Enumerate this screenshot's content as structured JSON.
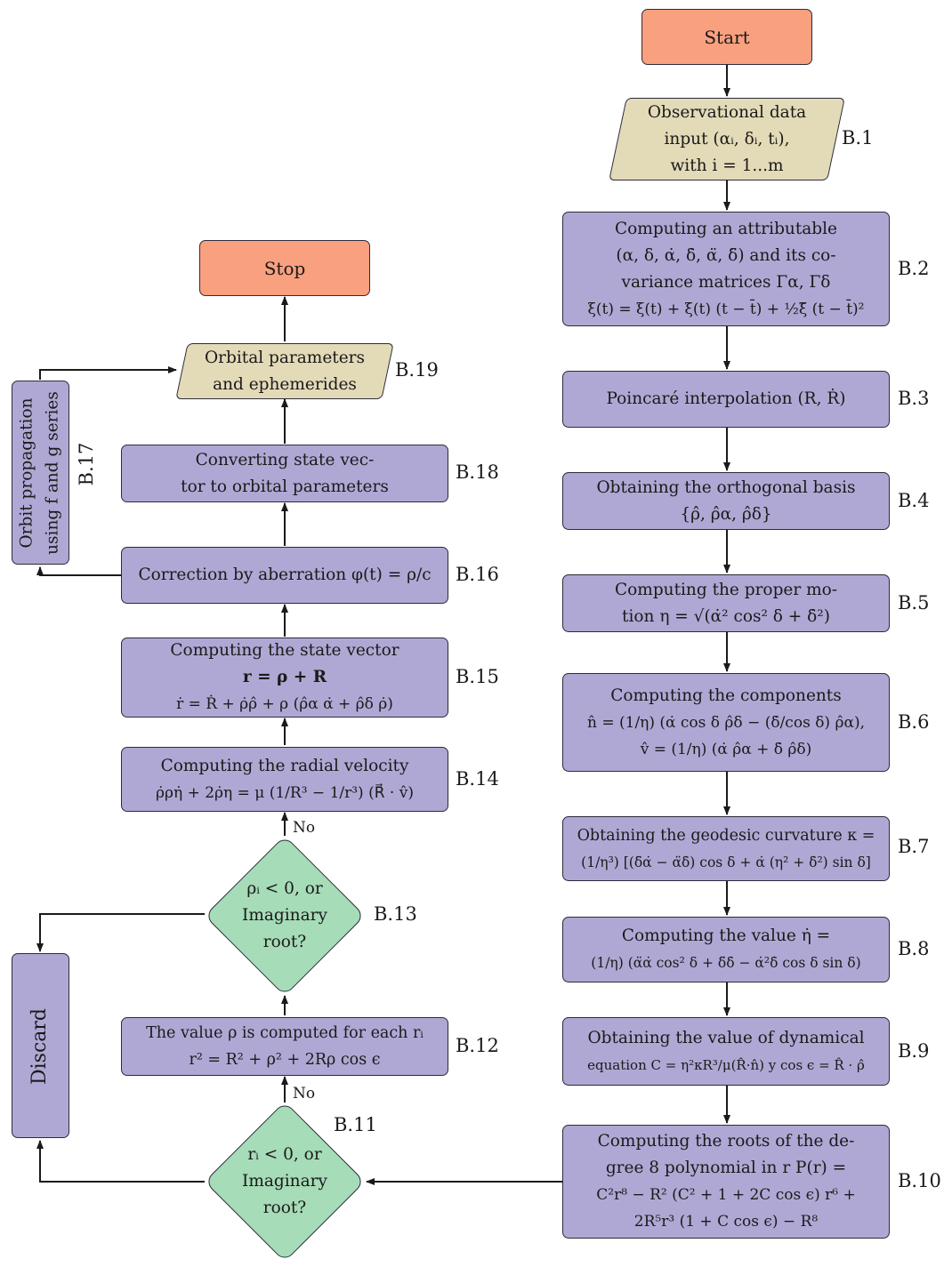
{
  "nodes": {
    "start": {
      "lines": [
        "Start"
      ]
    },
    "b1": {
      "lines": [
        "Observational data",
        "input (αᵢ, δᵢ, tᵢ),",
        "with i = 1...m"
      ],
      "label": "B.1"
    },
    "b2": {
      "lines": [
        "Computing an attributable",
        "(α, δ, α̇, δ̇, α̈, δ̈) and its co-",
        "variance matrices Γα, Γδ",
        "ξ(t) = ξ(t) + ξ̇(t) (t − t̄) + ½ξ̈ (t − t̄)²"
      ],
      "label": "B.2"
    },
    "b3": {
      "lines": [
        "Poincaré interpolation (R, Ṙ)"
      ],
      "label": "B.3"
    },
    "b4": {
      "lines": [
        "Obtaining the orthogonal basis",
        "{ρ̂, ρ̂α, ρ̂δ}"
      ],
      "label": "B.4"
    },
    "b5": {
      "lines": [
        "Computing the proper mo-",
        "tion η = √(α̇² cos² δ + δ̇²)"
      ],
      "label": "B.5"
    },
    "b6": {
      "lines": [
        "Computing the components",
        "n̂ = (1/η) (α̇ cos δ ρ̂δ − (δ̇/cos δ) ρ̂α),",
        "v̂ = (1/η) (α̇ ρ̂α + δ̇ ρ̂δ)"
      ],
      "label": "B.6"
    },
    "b7": {
      "lines": [
        "Obtaining the geodesic curvature κ =",
        "(1/η³) [(δ̈α̇ − α̈δ̇) cos δ + α̇ (η² + δ̇²) sin δ]"
      ],
      "label": "B.7"
    },
    "b8": {
      "lines": [
        "Computing the value η̇ =",
        "(1/η) (α̈α̇ cos² δ + δ̈δ̇ − α̇²δ̇ cos δ sin δ)"
      ],
      "label": "B.8"
    },
    "b9": {
      "lines": [
        "Obtaining the value of dynamical",
        "equation C = η²κR³/μ(R̂·n̂) y cos ϵ = R̂ · ρ̂"
      ],
      "label": "B.9"
    },
    "b10": {
      "lines": [
        "Computing the roots of the de-",
        "gree 8 polynomial in r P(r) =",
        "C²r⁸ − R² (C² + 1 + 2C cos ϵ) r⁶ +",
        "2R⁵r³ (1 + C cos ϵ) − R⁸"
      ],
      "label": "B.10"
    },
    "b11": {
      "lines": [
        "rᵢ < 0, or",
        "Imaginary",
        "root?"
      ],
      "label": "B.11"
    },
    "b12": {
      "lines": [
        "The value ρ is computed for each rᵢ",
        "r² = R² + ρ² + 2Rρ cos ϵ"
      ],
      "label": "B.12"
    },
    "b13": {
      "lines": [
        "ρᵢ < 0, or",
        "Imaginary",
        "root?"
      ],
      "label": "B.13"
    },
    "b14": {
      "lines": [
        "Computing the radial velocity",
        "ρ̇ρη̇ + 2ρ̇η = μ (1/R³ − 1/r³) (R⃗ · v̂)"
      ],
      "label": "B.14"
    },
    "b15": {
      "lines": [
        "Computing the state vector",
        "r = ρ + R",
        "ṙ = Ṙ + ρ̇ρ̂ + ρ (ρ̂α α̇ + ρ̂δ ρ̇)"
      ],
      "label": "B.15"
    },
    "b16": {
      "lines": [
        "Correction by aberration φ(t) = ρ/c"
      ],
      "label": "B.16"
    },
    "b17": {
      "lines": [
        "Orbit propagation",
        "using f and g series"
      ],
      "label": "B.17"
    },
    "b18": {
      "lines": [
        "Converting state vec-",
        "tor to orbital parameters"
      ],
      "label": "B.18"
    },
    "b19": {
      "lines": [
        "Orbital parameters",
        "and ephemerides"
      ],
      "label": "B.19"
    },
    "stop": {
      "lines": [
        "Stop"
      ]
    },
    "discard": {
      "lines": [
        "Discard"
      ]
    }
  },
  "edge_labels": {
    "no_b11": "No",
    "no_b13": "No"
  }
}
